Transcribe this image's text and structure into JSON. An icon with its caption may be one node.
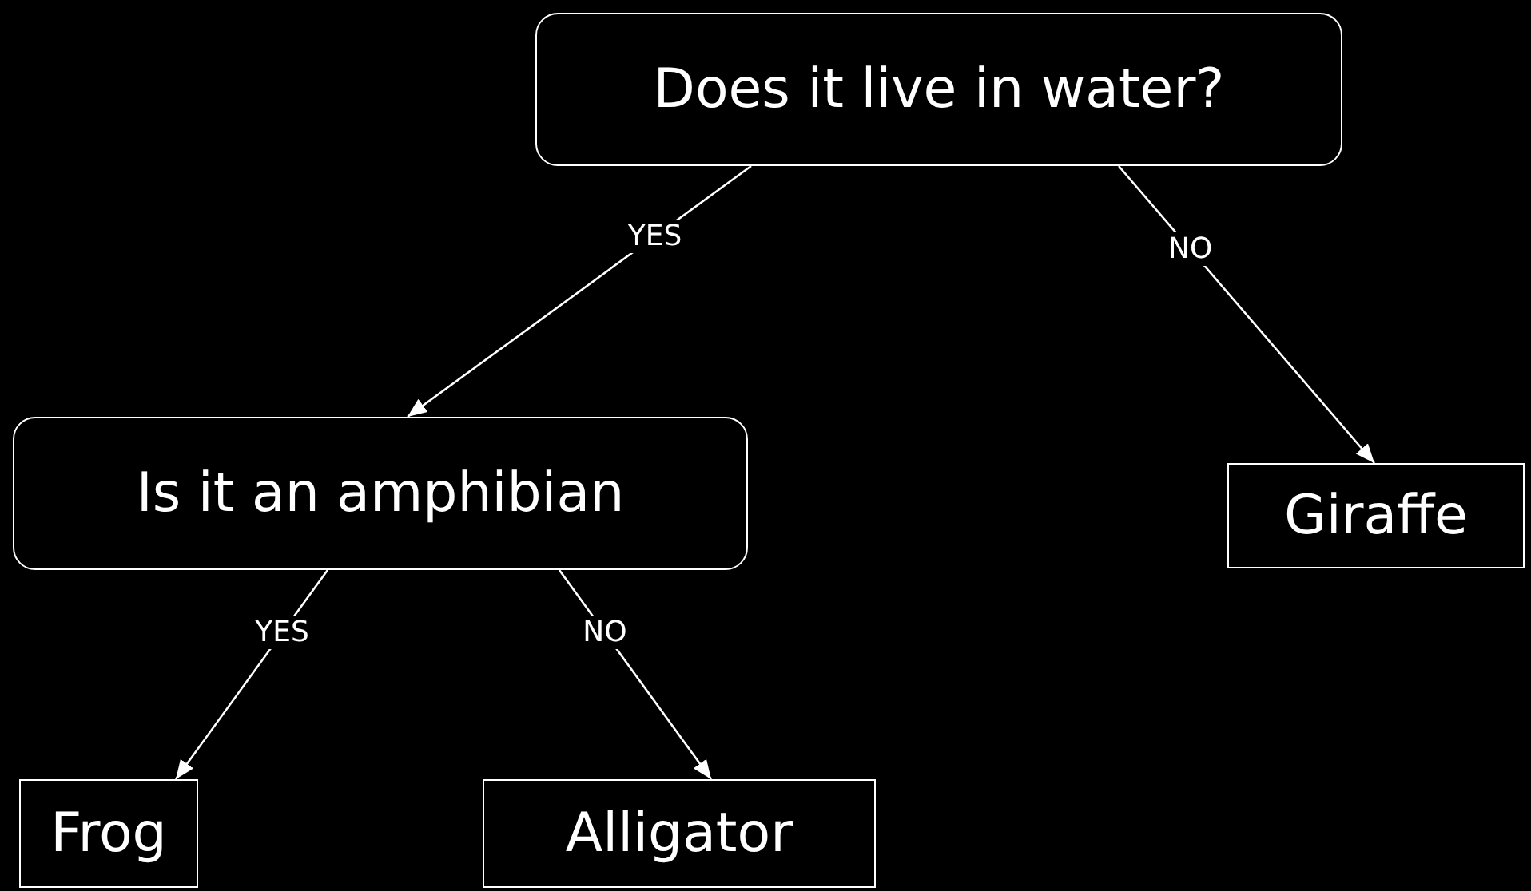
{
  "diagram": {
    "nodes": [
      {
        "text": [
          "Does it live in water?"
        ]
      },
      {
        "text": [
          "Is it an amphibian"
        ]
      },
      {
        "text": [
          "Giraffe"
        ]
      },
      {
        "text": [
          "Frog"
        ]
      },
      {
        "text": [
          "Alligator"
        ]
      }
    ],
    "edges": [
      {
        "from": 0,
        "to": 1,
        "arrow": "to",
        "label": "YES"
      },
      {
        "from": 0,
        "to": 2,
        "arrow": "to",
        "label": "NO"
      },
      {
        "from": 1,
        "to": 3,
        "arrow": "to",
        "label": "YES"
      },
      {
        "from": 1,
        "to": 4,
        "arrow": "to",
        "label": "NO"
      }
    ]
  }
}
